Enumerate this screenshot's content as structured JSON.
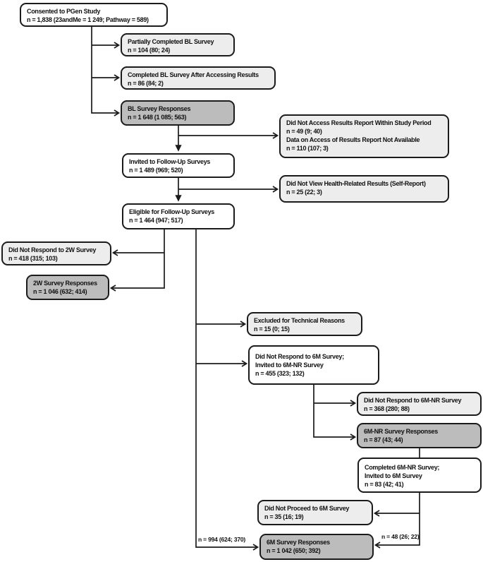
{
  "diagram": {
    "title": "PGen Study participant flow diagram",
    "colors": {
      "background": "#ffffff",
      "box_white": "#ffffff",
      "box_light": "#ededed",
      "box_dark": "#bcbcbc",
      "border": "#1b1b1b",
      "arrow": "#1b1b1b",
      "text": "#111111"
    },
    "nodes": {
      "consented": {
        "fill": "white",
        "lines": [
          "Consented to PGen Study",
          "n = 1,838 (23andMe = 1 249; Pathway = 589)"
        ]
      },
      "partial_bl": {
        "fill": "light",
        "lines": [
          "Partially Completed BL Survey",
          "n = 104 (80; 24)"
        ]
      },
      "completed_bl_after": {
        "fill": "light",
        "lines": [
          "Completed BL Survey After Accessing Results",
          "n = 86 (84; 2)"
        ]
      },
      "bl_responses": {
        "fill": "dark",
        "lines": [
          "BL Survey Responses",
          "n = 1 648 (1 085; 563)"
        ]
      },
      "no_access_results": {
        "fill": "light",
        "lines": [
          "Did Not Access Results Report Within Study Period",
          "n = 49 (9; 40)",
          "Data on Access of Results Report Not Available",
          "n = 110 (107; 3)"
        ]
      },
      "invited_followup": {
        "fill": "white",
        "lines": [
          "Invited to Follow-Up Surveys",
          "n = 1 489 (969; 520)"
        ]
      },
      "no_view_health": {
        "fill": "light",
        "lines": [
          "Did Not View Health-Related Results (Self-Report)",
          "n = 25 (22; 3)"
        ]
      },
      "eligible_followup": {
        "fill": "white",
        "lines": [
          "Eligible for Follow-Up Surveys",
          "n = 1 464 (947; 517)"
        ]
      },
      "no_respond_2w": {
        "fill": "light",
        "lines": [
          "Did Not Respond to 2W Survey",
          "n = 418 (315; 103)"
        ]
      },
      "responses_2w": {
        "fill": "dark",
        "lines": [
          "2W Survey Responses",
          "n = 1 046 (632; 414)"
        ]
      },
      "excluded_technical": {
        "fill": "light",
        "lines": [
          "Excluded for Technical Reasons",
          "n = 15 (0; 15)"
        ]
      },
      "no_respond_6m": {
        "fill": "white",
        "lines": [
          "Did Not Respond to 6M Survey;",
          "Invited to 6M-NR Survey",
          "n = 455 (323; 132)"
        ]
      },
      "no_respond_6mnr": {
        "fill": "light",
        "lines": [
          "Did Not Respond to 6M-NR Survey",
          "n = 368 (280; 88)"
        ]
      },
      "responses_6mnr": {
        "fill": "dark",
        "lines": [
          "6M-NR Survey Responses",
          "n = 87 (43; 44)"
        ]
      },
      "completed_6mnr": {
        "fill": "white",
        "lines": [
          "Completed 6M-NR Survey;",
          "Invited to 6M Survey",
          "n = 83 (42; 41)"
        ]
      },
      "no_proceed_6m": {
        "fill": "light",
        "lines": [
          "Did Not Proceed to 6M Survey",
          "n = 35 (16; 19)"
        ]
      },
      "responses_6m": {
        "fill": "dark",
        "lines": [
          "6M Survey Responses",
          "n = 1 042 (650; 392)"
        ]
      }
    },
    "edge_labels": {
      "direct_to_6m": "n = 994 (624; 370)",
      "from_6mnr_to_6m": "n = 48 (26; 22)"
    }
  }
}
